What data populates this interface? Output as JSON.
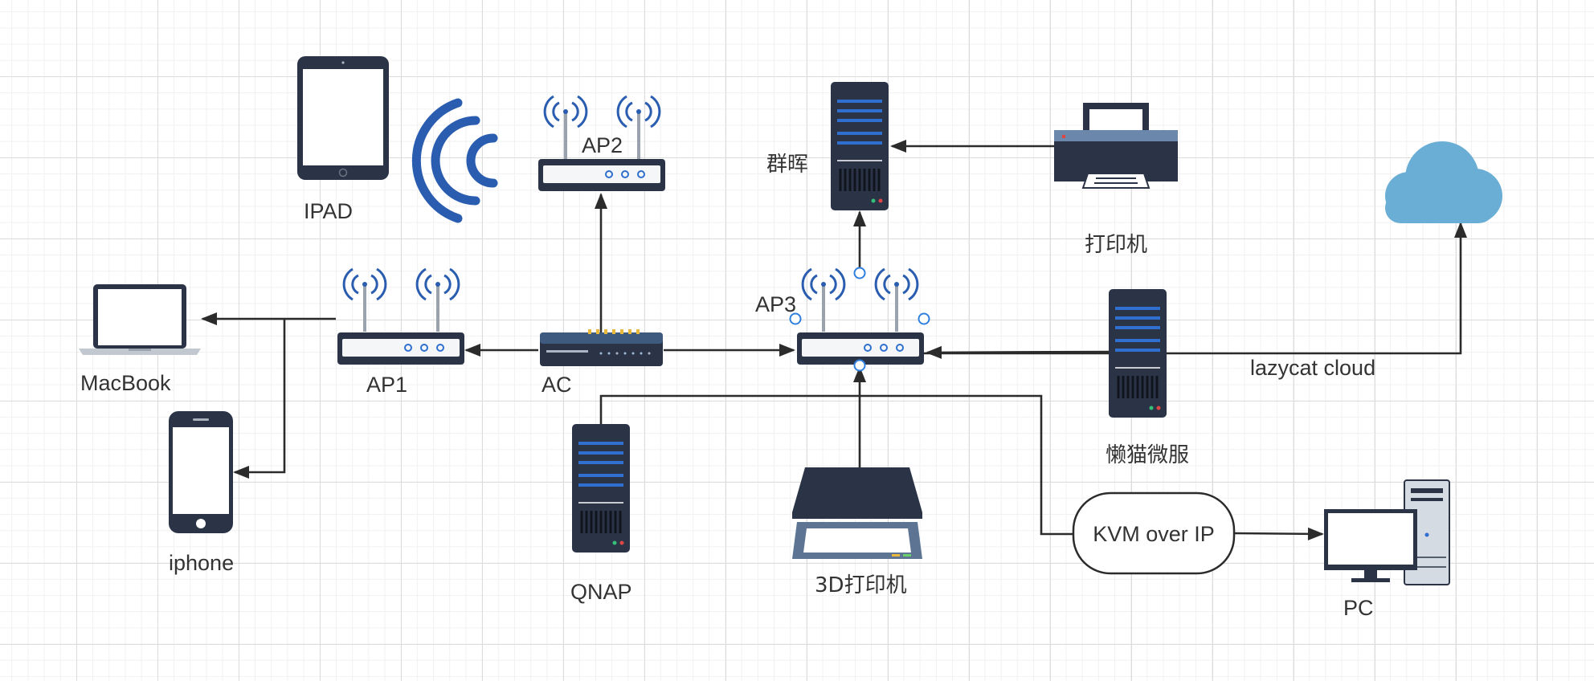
{
  "nodes": {
    "ipad": "IPAD",
    "macbook": "MacBook",
    "iphone": "iphone",
    "ap1": "AP1",
    "ap2": "AP2",
    "ap3": "AP3",
    "ac": "AC",
    "qnap": "QNAP",
    "synology": "群晖",
    "printer": "打印机",
    "printer_3d": "3D打印机",
    "lazycat_server": "懒猫微服",
    "lazycat_cloud": "lazycat cloud",
    "kvm": "KVM over IP",
    "pc": "PC"
  },
  "icons": {
    "ipad": "tablet-icon",
    "macbook": "laptop-icon",
    "iphone": "smartphone-icon",
    "wifi": "wifi-signal-icon",
    "router": "wireless-router-icon",
    "switch": "network-switch-icon",
    "server": "server-tower-icon",
    "printer": "printer-icon",
    "printer_3d": "3d-printer-icon",
    "cloud": "cloud-icon",
    "pc": "desktop-pc-icon"
  },
  "colors": {
    "line": "#2b2b2b",
    "device_dark": "#2b3447",
    "wifi_blue": "#2a5db0",
    "cloud_blue": "#6aaed6",
    "screen_white": "#ffffff",
    "port_blue": "#2f6fd0"
  }
}
